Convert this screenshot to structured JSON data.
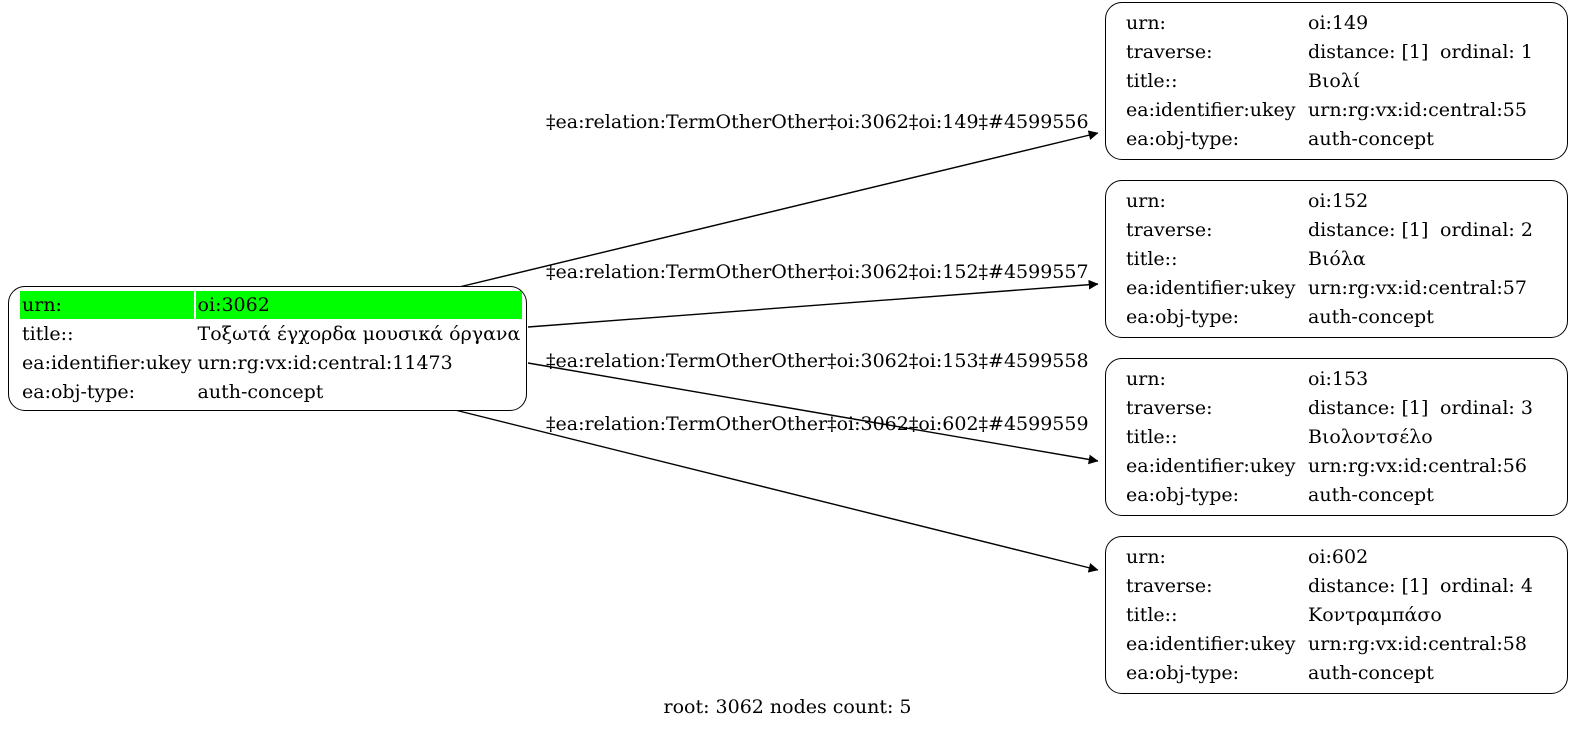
{
  "graph": {
    "footer": "root: 3062 nodes count: 5",
    "highlight_color": "#00ff00",
    "edge_color": "#000000",
    "background_color": "#ffffff",
    "root": {
      "rows": [
        {
          "key": "urn:",
          "value": "oi:3062",
          "highlighted": true
        },
        {
          "key": "title::",
          "value": "Τοξωτά έγχορδα μουσικά όργανα",
          "highlighted": false
        },
        {
          "key": "ea:identifier:ukey",
          "value": "urn:rg:vx:id:central:11473",
          "highlighted": false
        },
        {
          "key": "ea:obj-type:",
          "value": "auth-concept",
          "highlighted": false
        }
      ]
    },
    "targets": [
      {
        "urn_key": "urn:",
        "urn_value": "oi:149",
        "traverse_key": "traverse:",
        "traverse_distance": "distance: [1]",
        "traverse_ordinal": "ordinal: 1",
        "title_key": "title::",
        "title_value": "Βιολί",
        "ukey_key": "ea:identifier:ukey",
        "ukey_value": "urn:rg:vx:id:central:55",
        "objtype_key": "ea:obj-type:",
        "objtype_value": "auth-concept"
      },
      {
        "urn_key": "urn:",
        "urn_value": "oi:152",
        "traverse_key": "traverse:",
        "traverse_distance": "distance: [1]",
        "traverse_ordinal": "ordinal: 2",
        "title_key": "title::",
        "title_value": "Βιόλα",
        "ukey_key": "ea:identifier:ukey",
        "ukey_value": "urn:rg:vx:id:central:57",
        "objtype_key": "ea:obj-type:",
        "objtype_value": "auth-concept"
      },
      {
        "urn_key": "urn:",
        "urn_value": "oi:153",
        "traverse_key": "traverse:",
        "traverse_distance": "distance: [1]",
        "traverse_ordinal": "ordinal: 3",
        "title_key": "title::",
        "title_value": "Βιολοντσέλο",
        "ukey_key": "ea:identifier:ukey",
        "ukey_value": "urn:rg:vx:id:central:56",
        "objtype_key": "ea:obj-type:",
        "objtype_value": "auth-concept"
      },
      {
        "urn_key": "urn:",
        "urn_value": "oi:602",
        "traverse_key": "traverse:",
        "traverse_distance": "distance: [1]",
        "traverse_ordinal": "ordinal: 4",
        "title_key": "title::",
        "title_value": "Κοντραμπάσο",
        "ukey_key": "ea:identifier:ukey",
        "ukey_value": "urn:rg:vx:id:central:58",
        "objtype_key": "ea:obj-type:",
        "objtype_value": "auth-concept"
      }
    ],
    "edges": [
      {
        "label": "‡ea:relation:TermOtherOther‡oi:3062‡oi:149‡#4599556"
      },
      {
        "label": "‡ea:relation:TermOtherOther‡oi:3062‡oi:152‡#4599557"
      },
      {
        "label": "‡ea:relation:TermOtherOther‡oi:3062‡oi:153‡#4599558"
      },
      {
        "label": "‡ea:relation:TermOtherOther‡oi:3062‡oi:602‡#4599559"
      }
    ]
  }
}
